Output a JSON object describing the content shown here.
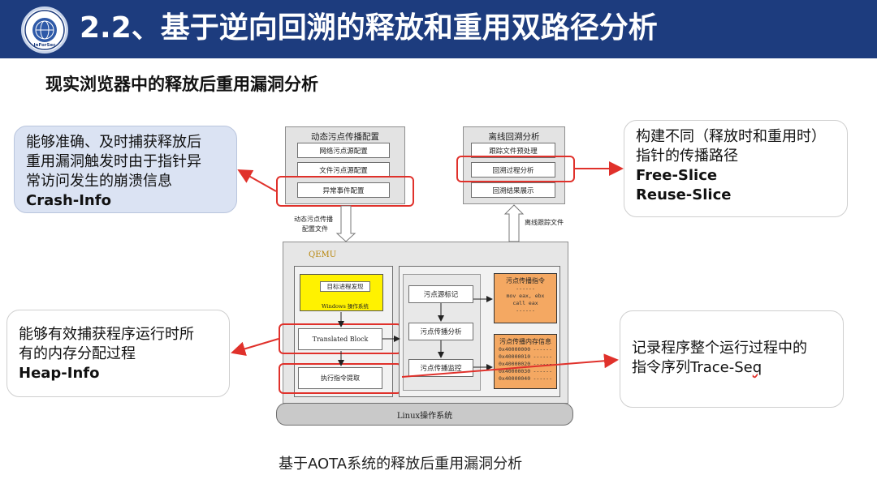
{
  "header": {
    "title": "2.2、基于逆向回溯的释放和重用双路径分析",
    "logo_text": "InForSec",
    "logo_ring_text": "网络安全研究国际学术论坛"
  },
  "subtitle": "现实浏览器中的释放后重用漏洞分析",
  "callouts": {
    "crash": {
      "line1": "能够准确、及时捕获释放后",
      "line2": "重用漏洞触发时由于指针异",
      "line3": "常访问发生的崩溃信息",
      "tag": "Crash-Info"
    },
    "slice": {
      "line1": "构建不同（释放时和重用时）",
      "line2": "指针的传播路径",
      "tag1": "Free-Slice",
      "tag2": "Reuse-Slice"
    },
    "heap": {
      "line1": "能够有效捕获程序运行时所",
      "line2": "有的内存分配过程",
      "tag": "Heap-Info"
    },
    "trace": {
      "line1": "记录程序整个运行过程中的",
      "line2_prefix": "指令序列Trace-Se",
      "line2_wavy": "q"
    }
  },
  "diagram": {
    "config_panel": {
      "title": "动态污点传播配置",
      "items": [
        "网络污点源配置",
        "文件污点源配置",
        "异常事件配置"
      ]
    },
    "config_file_label": [
      "动态污点传播",
      "配置文件"
    ],
    "offline_panel": {
      "title": "离线回溯分析",
      "items": [
        "跟踪文件预处理",
        "回溯过程分析",
        "回溯结果展示"
      ]
    },
    "offline_file_label": "离线跟踪文件",
    "qemu_label": "QEMU",
    "target": {
      "title": "目标进程发现",
      "os": "Windows 操作系统"
    },
    "translated_block": "Translated Block",
    "exec_extract": "执行指令提取",
    "taint_items": [
      "污点源标记",
      "污点传播分析",
      "污点传播监控"
    ],
    "taint_instr": {
      "title": "污点传播指令",
      "lines": [
        "------",
        "mov eax, ebx",
        "call eax",
        "------"
      ]
    },
    "taint_mem": {
      "title": "污点传播内存信息",
      "addrs": [
        "0x40000000",
        "0x40000010",
        "0x40000020",
        "0x40000030",
        "0x40000040"
      ],
      "dash": "------"
    },
    "linux": "Linux操作系统"
  },
  "caption": "基于AOTA系统的释放后重用漏洞分析",
  "colors": {
    "header_bg": "#1d3c7e",
    "highlight_red": "#e0312b",
    "orange_box": "#f4a862",
    "yellow_box": "#fff200"
  }
}
